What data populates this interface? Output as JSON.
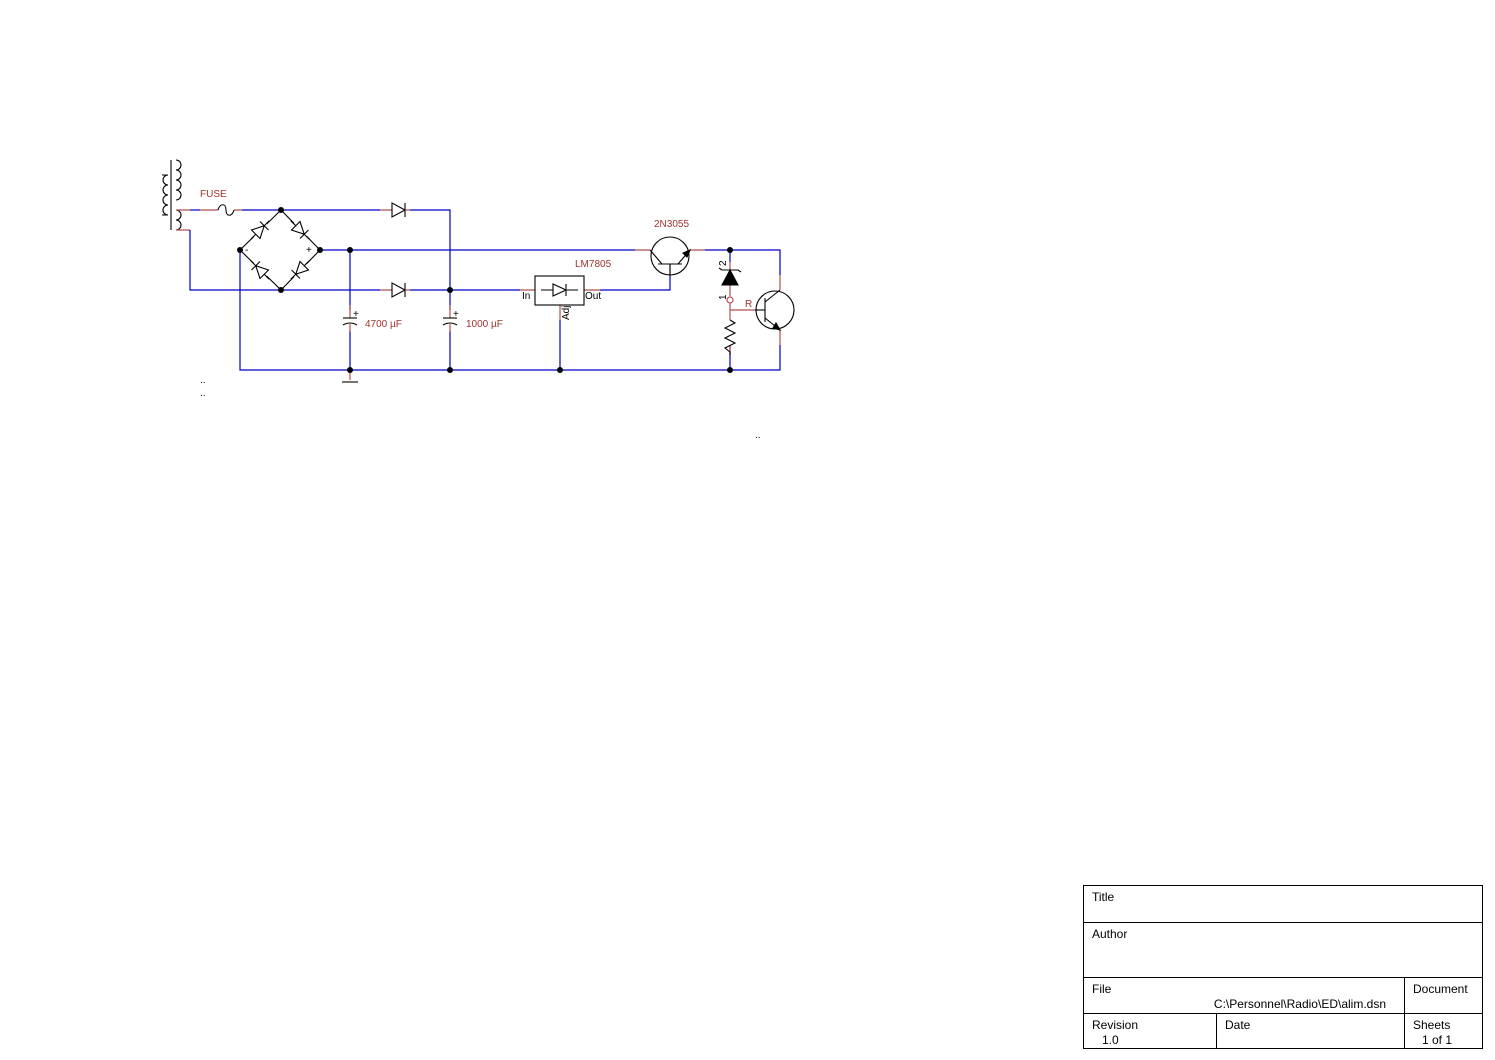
{
  "schematic": {
    "wire_color": "#0000cc",
    "lead_color": "#b05050",
    "label_color": "#a0322d",
    "components": {
      "fuse": {
        "label": "FUSE"
      },
      "cap1": {
        "value": "4700 µF",
        "polarity": "+"
      },
      "cap2": {
        "value": "1000 µF",
        "polarity": "+"
      },
      "regulator": {
        "label": "LM7805",
        "pin_in": "In",
        "pin_out": "Out",
        "pin_adj": "Adj"
      },
      "q1": {
        "label": "2N3055"
      },
      "zener": {
        "pin1": "1",
        "pin2": "2"
      },
      "resistor": {
        "label": "R"
      },
      "bridge": {
        "plus": "+",
        "minus": "-"
      }
    },
    "marks": {
      "m1": "..",
      "m2": "..",
      "m3": ".."
    }
  },
  "title_block": {
    "title_label": "Title",
    "title_value": "",
    "author_label": "Author",
    "author_value": "",
    "file_label": "File",
    "file_value": "C:\\Personnel\\Radio\\ED\\alim.dsn",
    "document_label": "Document",
    "document_value": "",
    "revision_label": "Revision",
    "revision_value": "1.0",
    "date_label": "Date",
    "date_value": "",
    "sheets_label": "Sheets",
    "sheets_value": "1 of 1"
  }
}
